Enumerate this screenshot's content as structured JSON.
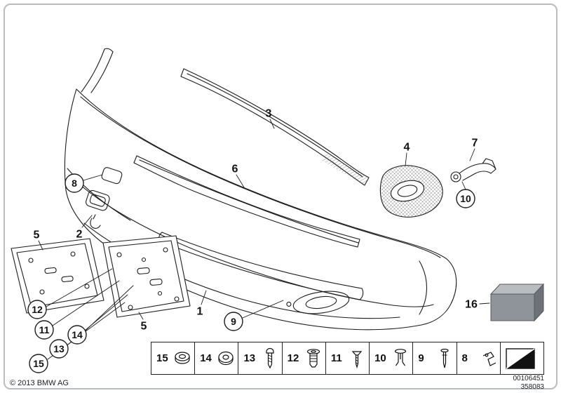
{
  "footer": {
    "copyright": "© 2013 BMW AG",
    "document_number": "00106451",
    "sheet_number": "358083"
  },
  "callouts": {
    "plain": [
      {
        "label": "1"
      },
      {
        "label": "2"
      },
      {
        "label": "3"
      },
      {
        "label": "4"
      },
      {
        "label": "5"
      },
      {
        "label": "5"
      },
      {
        "label": "6"
      },
      {
        "label": "7"
      },
      {
        "label": "16"
      }
    ],
    "circled": [
      {
        "label": "8"
      },
      {
        "label": "9"
      },
      {
        "label": "10"
      },
      {
        "label": "11"
      },
      {
        "label": "12"
      },
      {
        "label": "13"
      },
      {
        "label": "14"
      },
      {
        "label": "15"
      }
    ]
  },
  "legend": {
    "items": [
      {
        "label": "15",
        "icon": "grommet-icon"
      },
      {
        "label": "14",
        "icon": "washer-icon"
      },
      {
        "label": "13",
        "icon": "pan-head-screw-icon"
      },
      {
        "label": "12",
        "icon": "expanding-nut-icon"
      },
      {
        "label": "11",
        "icon": "countersunk-screw-icon"
      },
      {
        "label": "10",
        "icon": "expanding-rivet-icon"
      },
      {
        "label": "9",
        "icon": "rivet-pin-icon"
      },
      {
        "label": "8",
        "icon": "clip-icon"
      }
    ],
    "continuation_icon": "continuation-arrow-icon"
  },
  "colors": {
    "line": "#1c1c1c",
    "box_top": "#b9bdc1",
    "box_front": "#8f949a",
    "box_side": "#6d7278"
  }
}
